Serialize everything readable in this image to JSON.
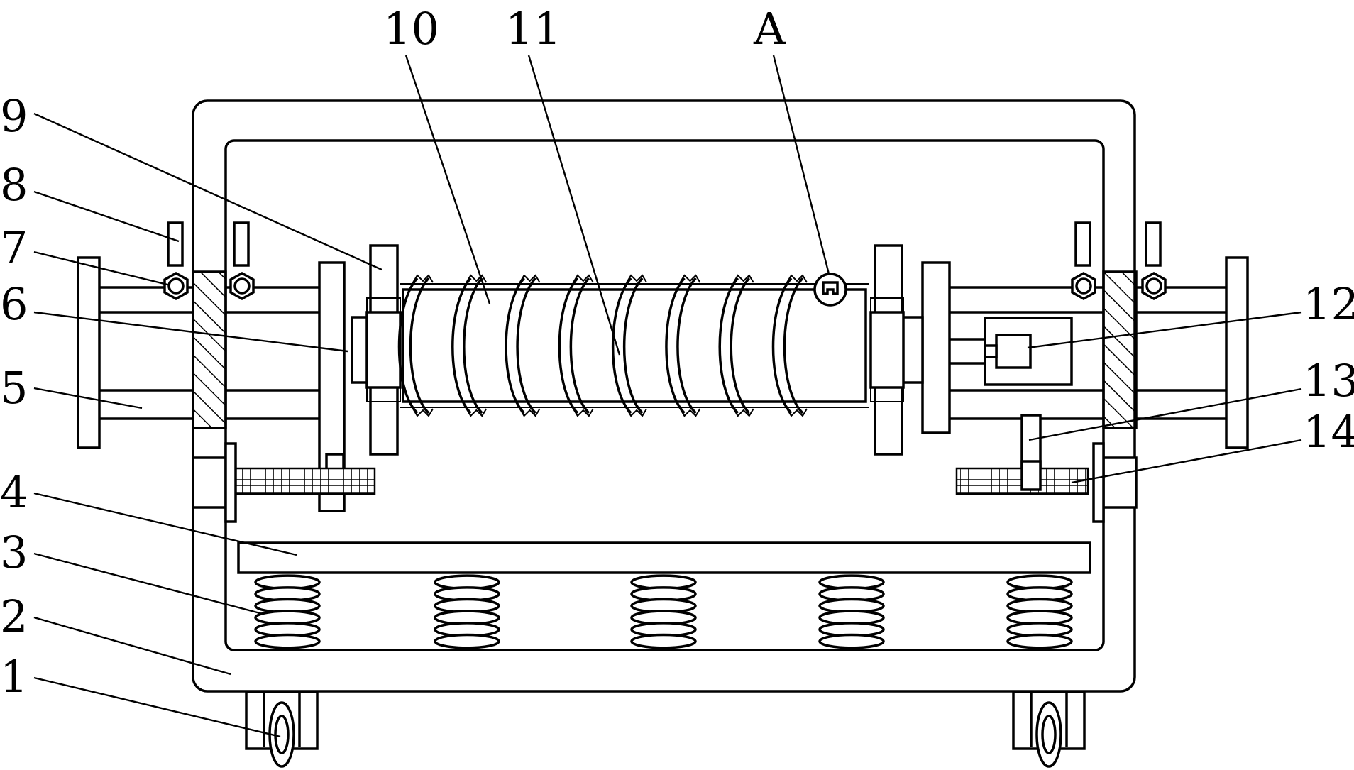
{
  "callouts": [
    {
      "id": "1",
      "text": "1"
    },
    {
      "id": "2",
      "text": "2"
    },
    {
      "id": "3",
      "text": "3"
    },
    {
      "id": "4",
      "text": "4"
    },
    {
      "id": "5",
      "text": "5"
    },
    {
      "id": "6",
      "text": "6"
    },
    {
      "id": "7",
      "text": "7"
    },
    {
      "id": "8",
      "text": "8"
    },
    {
      "id": "9",
      "text": "9"
    },
    {
      "id": "10",
      "text": "10"
    },
    {
      "id": "11",
      "text": "11"
    },
    {
      "id": "A",
      "text": "A"
    },
    {
      "id": "12",
      "text": "12"
    },
    {
      "id": "13",
      "text": "13"
    },
    {
      "id": "14",
      "text": "14"
    }
  ],
  "springs": {
    "count": 5,
    "coils": 6
  },
  "helix": {
    "turns": 8
  }
}
